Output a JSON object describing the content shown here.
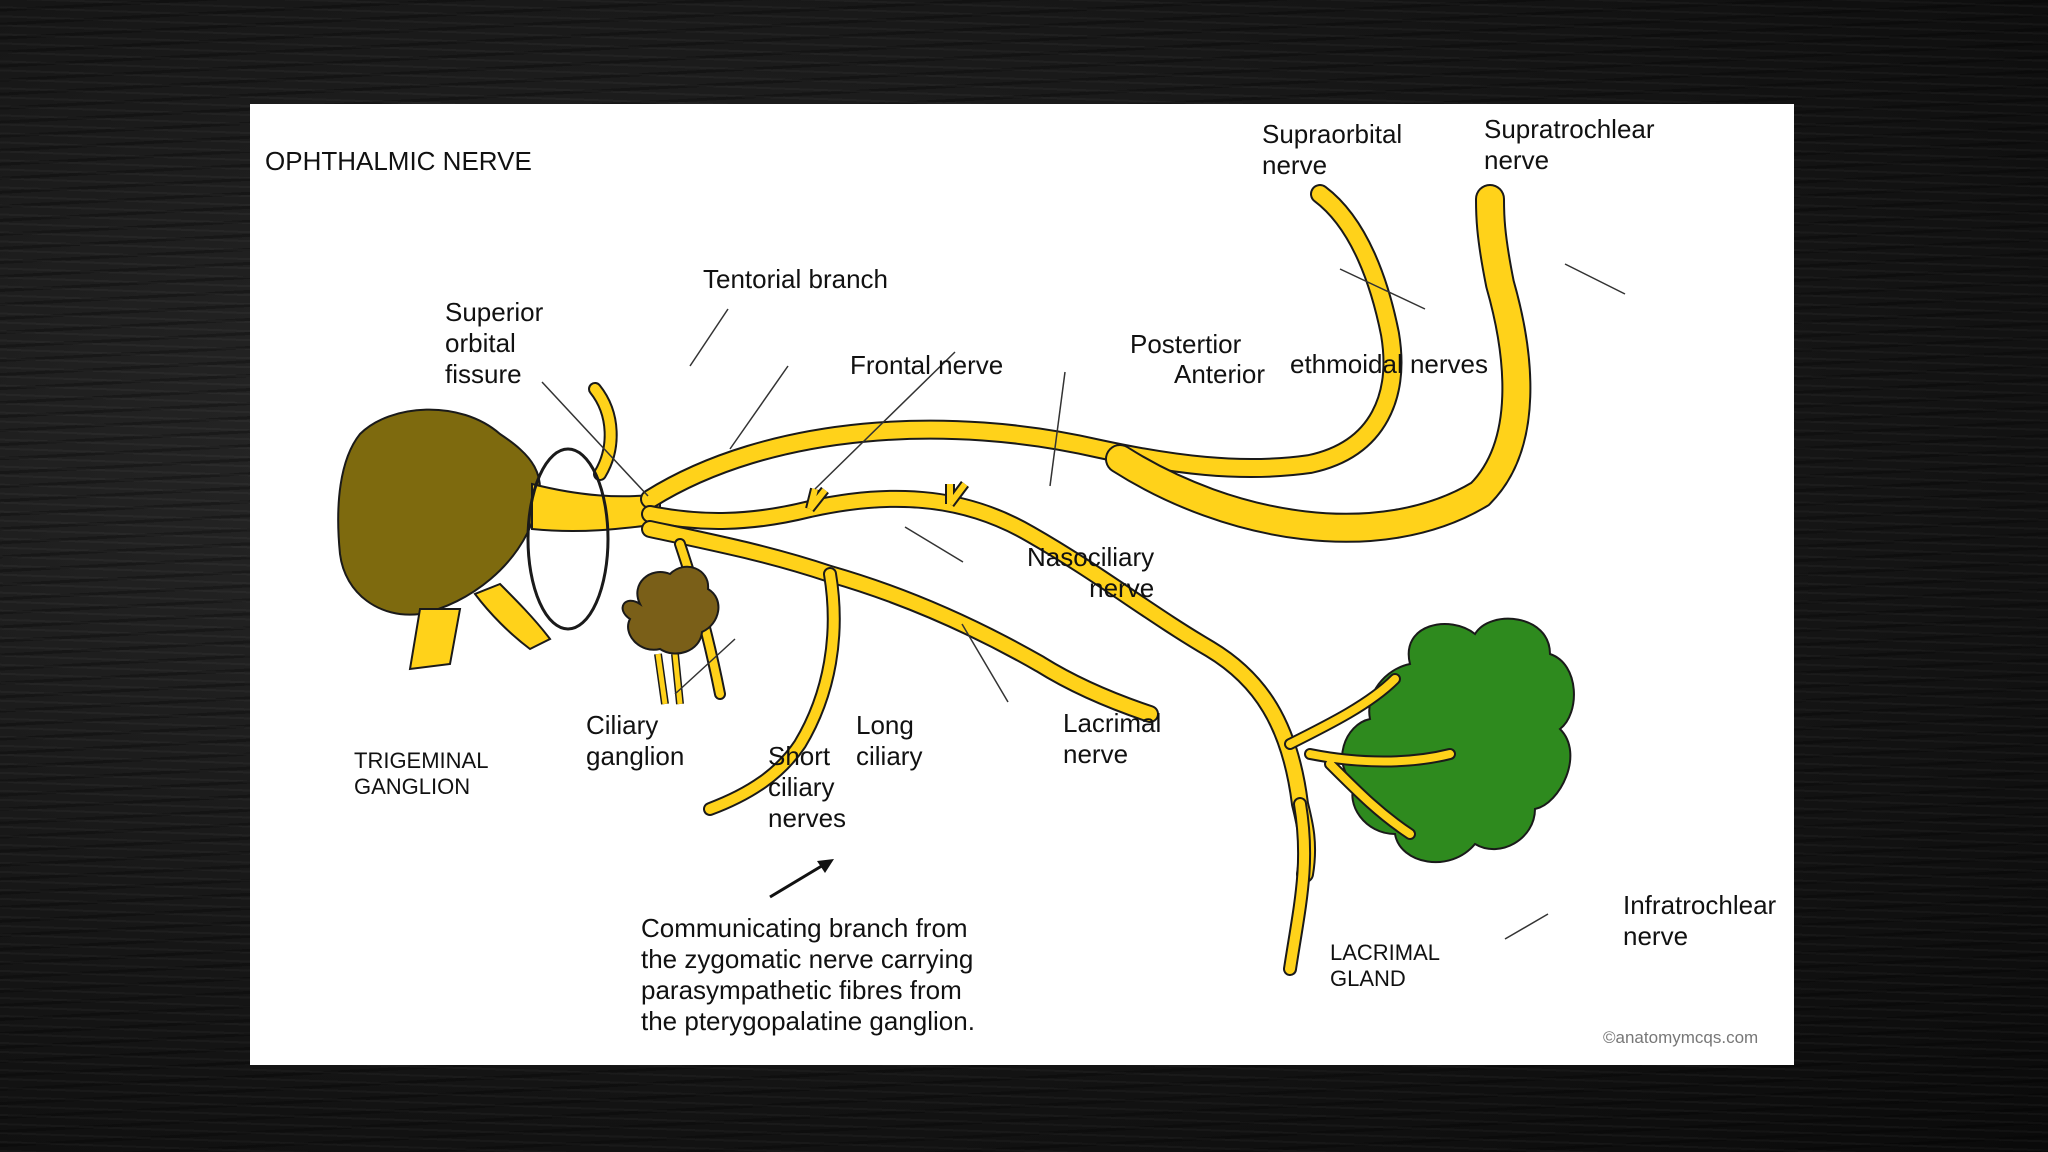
{
  "title": "OPHTHALMIC NERVE",
  "labels": {
    "supraorbital": "Supraorbital\nnerve",
    "supratrochlear": "Supratrochlear\nnerve",
    "tentorial": "Tentorial branch",
    "superior_orbital_fissure": "Superior\norbital\nfissure",
    "frontal": "Frontal nerve",
    "posterior": "Postertior",
    "anterior": "Anterior",
    "ethmoidal": "ethmoidal nerves",
    "nasociliary": "Nasociliary\nnerve",
    "ciliary_ganglion": "Ciliary\nganglion",
    "long_ciliary": "Long\nciliary",
    "short_ciliary": "Short\nciliary\nnerves",
    "lacrimal_nerve": "Lacrimal\nnerve",
    "trigeminal_ganglion": "TRIGEMINAL\nGANGLION",
    "lacrimal_gland": "LACRIMAL\nGLAND",
    "infratrochlear": "Infratrochlear\nnerve",
    "communicating": "Communicating branch from\nthe zygomatic nerve carrying\nparasympathetic fibres from\nthe pterygopalatine ganglion.",
    "copyright": "©anatomymcqs.com"
  },
  "colors": {
    "nerve": "#FFD21A",
    "trigeminal": "#7E6A0E",
    "ciliary_ganglion": "#7A5F18",
    "lacrimal_gland": "#2E8A1E",
    "outline": "#1a1a1a"
  }
}
